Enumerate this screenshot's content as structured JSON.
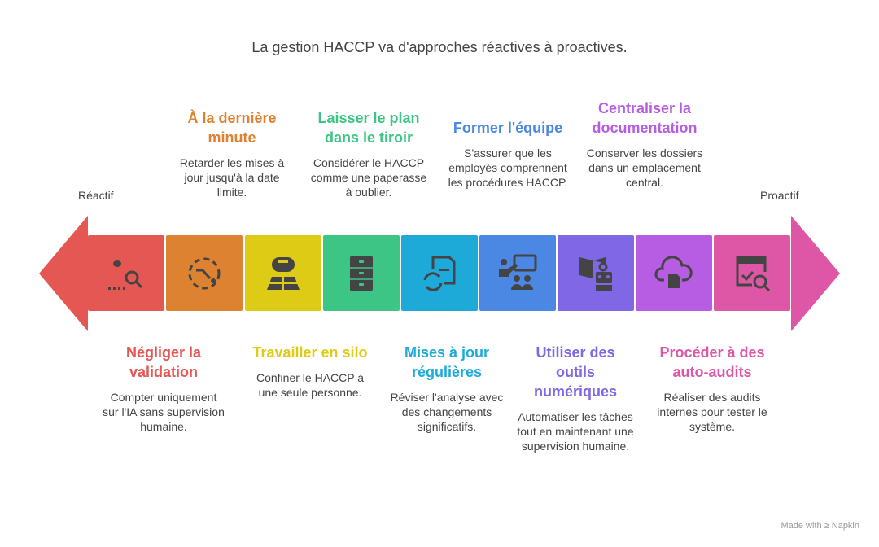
{
  "title": "La gestion HACCP va d'approches réactives à proactives.",
  "left_label": "Réactif",
  "right_label": "Proactif",
  "colors": [
    "#E55753",
    "#DD8230",
    "#DECB15",
    "#3CC584",
    "#1EAAD9",
    "#4B88E4",
    "#7F67E6",
    "#B65DE3",
    "#DD57A6"
  ],
  "items": [
    {
      "title": "Négliger la validation",
      "desc": "Compter uniquement sur l'IA sans supervision humaine.",
      "icon": "bug-search-icon"
    },
    {
      "title": "À la dernière minute",
      "desc": "Retarder les mises à jour jusqu'à la date limite.",
      "icon": "dashed-clock-icon"
    },
    {
      "title": "Travailler en silo",
      "desc": "Confiner le HACCP à une seule personne.",
      "icon": "blindfold-icon"
    },
    {
      "title": "Laisser le plan dans le tiroir",
      "desc": "Considérer le HACCP comme une paperasse à oublier.",
      "icon": "filing-cabinet-icon"
    },
    {
      "title": "Mises à jour régulières",
      "desc": "Réviser l'analyse avec des changements significatifs.",
      "icon": "document-refresh-icon"
    },
    {
      "title": "Former l'équipe",
      "desc": "S'assurer que les employés comprennent les procédures HACCP.",
      "icon": "teacher-icon"
    },
    {
      "title": "Utiliser des outils numériques",
      "desc": "Automatiser les tâches tout en maintenant une supervision humaine.",
      "icon": "book-robot-icon"
    },
    {
      "title": "Centraliser la documentation",
      "desc": "Conserver les dossiers dans un emplacement central.",
      "icon": "cloud-document-icon"
    },
    {
      "title": "Procéder à des auto-audits",
      "desc": "Réaliser des audits internes pour tester le système.",
      "icon": "window-check-search-icon"
    }
  ],
  "footer": "Made with ≥ Napkin"
}
